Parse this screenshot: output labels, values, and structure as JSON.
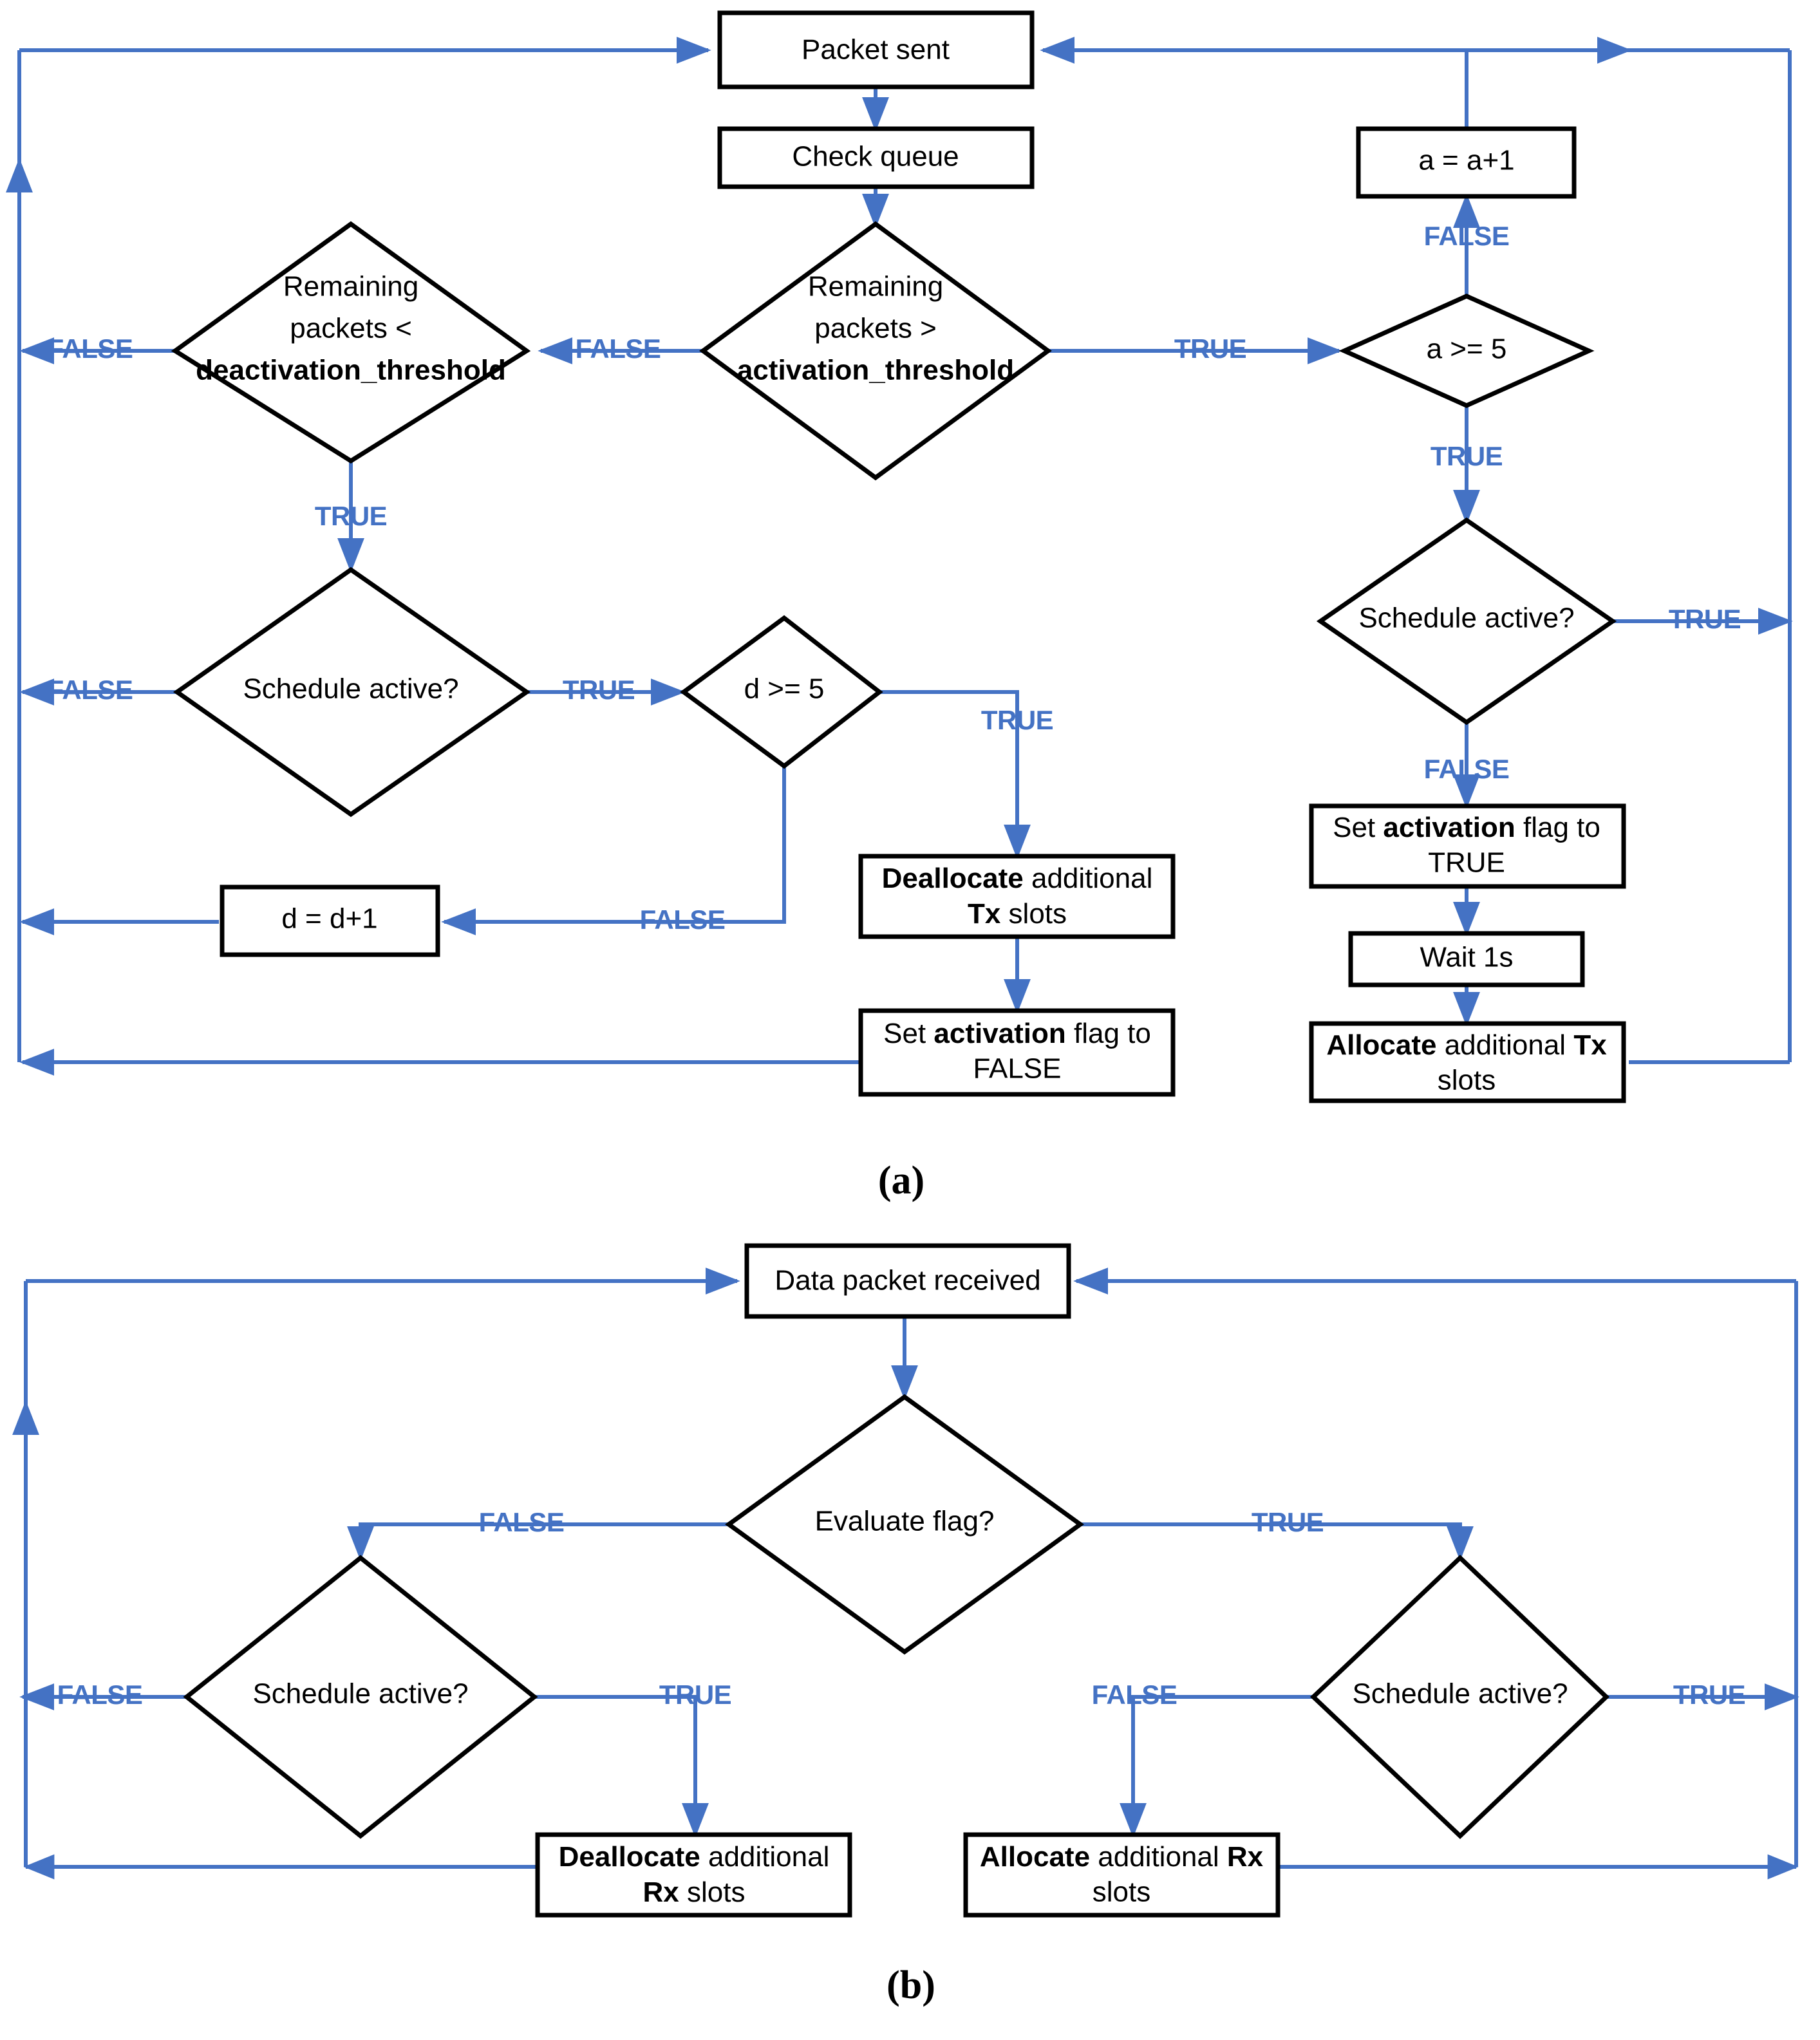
{
  "colors": {
    "edge_blue": "#4472C4",
    "node_stroke": "#000000",
    "node_fill": "#ffffff",
    "background": "#ffffff"
  },
  "captions": {
    "a": "(a)",
    "b": "(b)"
  },
  "diagram_a": {
    "title": "Transmitter adaptive slot allocation flowchart",
    "nodes": {
      "packet_sent": {
        "label": "Packet sent",
        "shape": "process"
      },
      "check_queue": {
        "label": "Check queue",
        "shape": "process"
      },
      "rem_gt_activation_l1": {
        "label": "Remaining",
        "shape": "decision"
      },
      "rem_gt_activation_l2": {
        "label": "packets >",
        "shape": "decision"
      },
      "rem_gt_activation_l3": {
        "label": "activation_threshold",
        "shape": "decision"
      },
      "rem_lt_deactivation_l1": {
        "label": "Remaining",
        "shape": "decision"
      },
      "rem_lt_deactivation_l2": {
        "label": "packets <",
        "shape": "decision"
      },
      "rem_lt_deactivation_l3": {
        "label": "deactivation_threshold",
        "shape": "decision"
      },
      "a_counter": {
        "label": "a = a+1",
        "shape": "process"
      },
      "a_ge_5": {
        "label": "a >= 5",
        "shape": "decision"
      },
      "schedule_active_right": {
        "label": "Schedule active?",
        "shape": "decision"
      },
      "schedule_active_left": {
        "label": "Schedule active?",
        "shape": "decision"
      },
      "d_ge_5": {
        "label": "d >= 5",
        "shape": "decision"
      },
      "d_counter": {
        "label": "d = d+1",
        "shape": "process"
      },
      "set_activation_true_l1_bold": "activation",
      "set_activation_true_pre": "Set ",
      "set_activation_true_post": " flag to",
      "set_activation_true_l2": "TRUE",
      "wait_1s": {
        "label": "Wait 1s",
        "shape": "process"
      },
      "allocate_tx_pre": "Allocate",
      "allocate_tx_mid": " additional ",
      "allocate_tx_bold2": "Tx",
      "allocate_tx_l2": "slots",
      "deallocate_tx_pre": "Deallocate",
      "deallocate_tx_mid": " additional",
      "deallocate_tx_l2_bold": "Tx",
      "deallocate_tx_l2_rest": " slots",
      "set_activation_false_pre": "Set ",
      "set_activation_false_bold": "activation",
      "set_activation_false_post": " flag to",
      "set_activation_false_l2": "FALSE"
    },
    "edge_labels": {
      "activation_false": "FALSE",
      "activation_true": "TRUE",
      "deactivation_false": "FALSE",
      "deactivation_true": "TRUE",
      "a_ge_5_false": "FALSE",
      "a_ge_5_true": "TRUE",
      "sched_right_true": "TRUE",
      "sched_right_false": "FALSE",
      "sched_left_false": "FALSE",
      "sched_left_true": "TRUE",
      "d_ge_5_true": "TRUE",
      "d_ge_5_false": "FALSE"
    }
  },
  "diagram_b": {
    "title": "Receiver adaptive slot allocation flowchart",
    "nodes": {
      "data_packet_received": {
        "label": "Data packet received",
        "shape": "process"
      },
      "evaluate_flag": {
        "label": "Evaluate flag?",
        "shape": "decision"
      },
      "schedule_active_left": {
        "label": "Schedule active?",
        "shape": "decision"
      },
      "schedule_active_right": {
        "label": "Schedule active?",
        "shape": "decision"
      },
      "deallocate_rx_bold": "Deallocate",
      "deallocate_rx_rest": " additional",
      "deallocate_rx_l2_bold": "Rx",
      "deallocate_rx_l2_rest": " slots",
      "allocate_rx_bold": "Allocate",
      "allocate_rx_rest": " additional ",
      "allocate_rx_bold2": "Rx",
      "allocate_rx_l2": "slots"
    },
    "edge_labels": {
      "evaluate_false": "FALSE",
      "evaluate_true": "TRUE",
      "sched_left_false": "FALSE",
      "sched_left_true": "TRUE",
      "sched_right_false": "FALSE",
      "sched_right_true": "TRUE"
    }
  }
}
